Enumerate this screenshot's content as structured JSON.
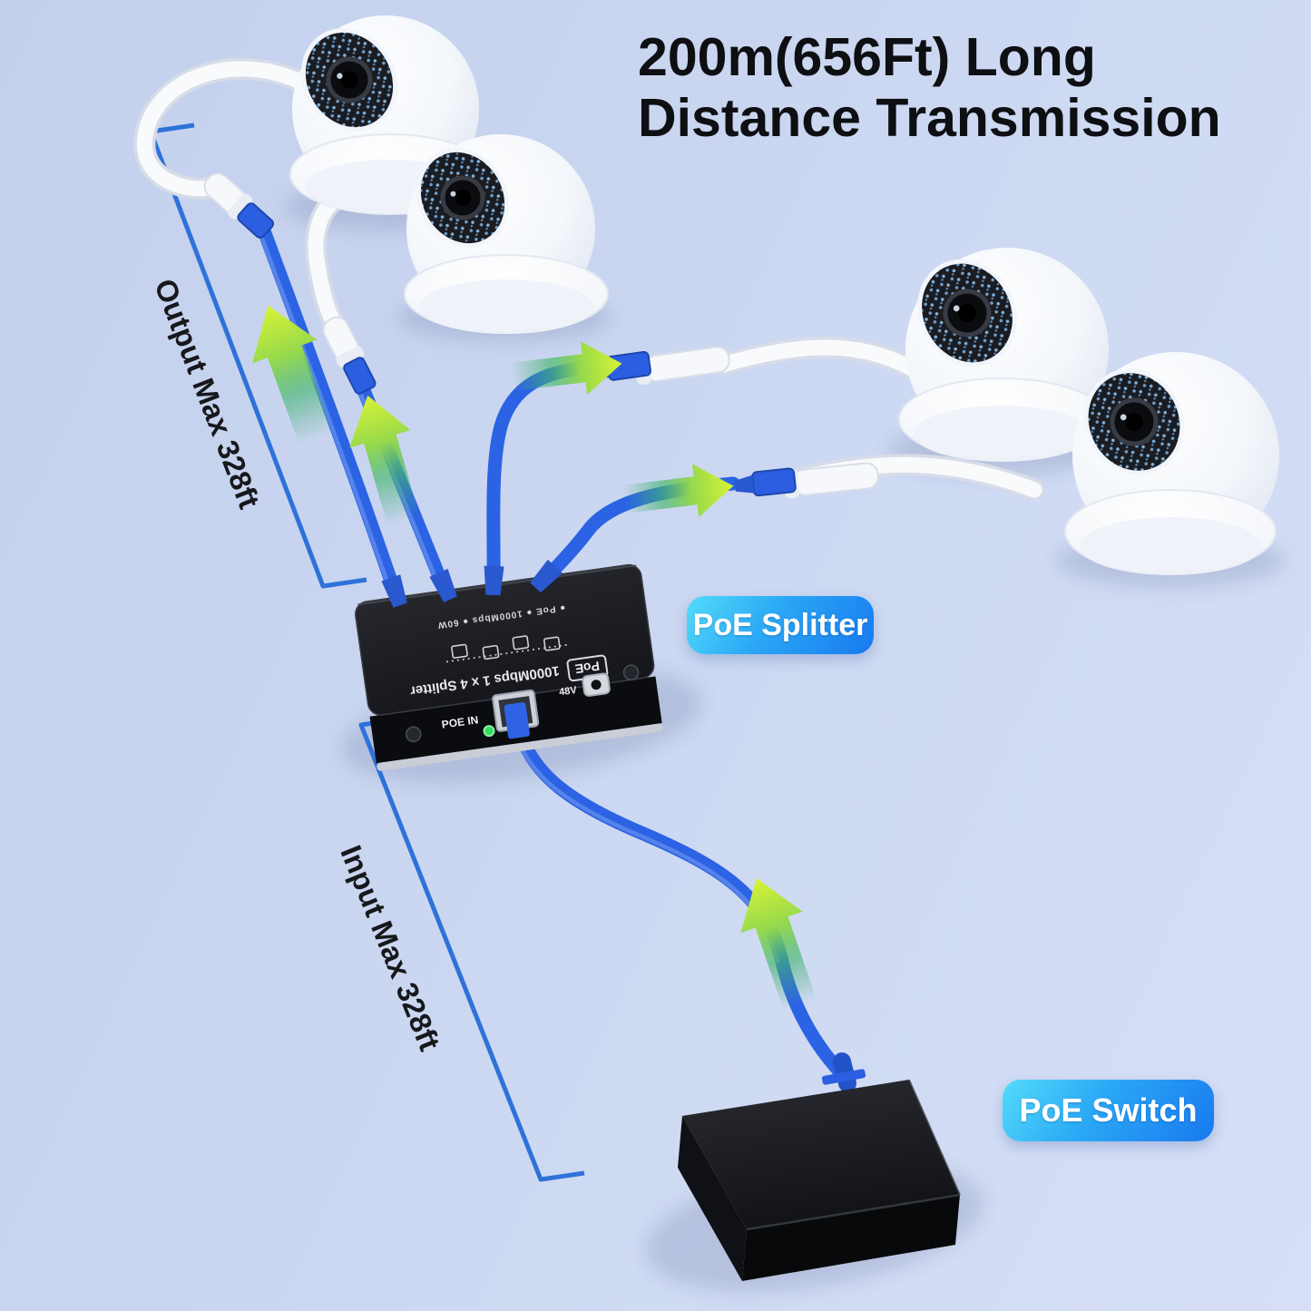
{
  "title": {
    "line1": "200m(656Ft) Long",
    "line2": "Distance Transmission"
  },
  "measurements": {
    "output": "Output Max 328ft",
    "input": "Input Max 328ft"
  },
  "badges": {
    "splitter": "PoE Splitter",
    "switch": "PoE Switch"
  },
  "splitter_device": {
    "brand": "PoE",
    "top_print": "1000Mbps 1 x 4 Splitter",
    "indicators": "● PoE   ● 1000Mbps   ● 60W",
    "poe_in_label": "POE IN",
    "power_label": "48V"
  },
  "colors": {
    "background_top": "#c3d0ec",
    "background_bottom": "#d6dff6",
    "cable_blue": "#2b63e4",
    "bracket_blue": "#2e72d9",
    "arrow_tip": "#d9f335",
    "arrow_tail": "#3fae73",
    "badge_gradient_start": "#53dcfa",
    "badge_gradient_end": "#1879ef",
    "led_green": "#39e863",
    "title_color": "#0e0f12"
  }
}
